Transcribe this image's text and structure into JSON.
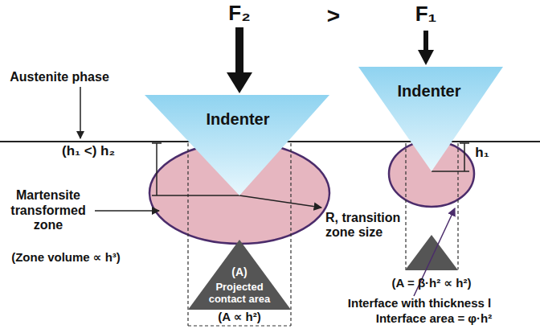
{
  "diagram": {
    "nodes": [
      {
        "text": [
          "Indenter"
        ]
      },
      {
        "text": [
          "Indenter"
        ]
      },
      {
        "text": [
          "(A)",
          "Projected contact area"
        ]
      }
    ],
    "labels": [
      "F₂",
      ">",
      "F₁",
      "Austenite phase",
      "(h₁ <) h₂",
      "Martensite transformed zone",
      "(Zone volume ∝ h³)",
      "R, transition zone size",
      "(A ∝ h²)",
      "h₁",
      "(A = β·h² ∝ h²)",
      "Interface with thickness l",
      "Interface area = φ·h²"
    ]
  }
}
